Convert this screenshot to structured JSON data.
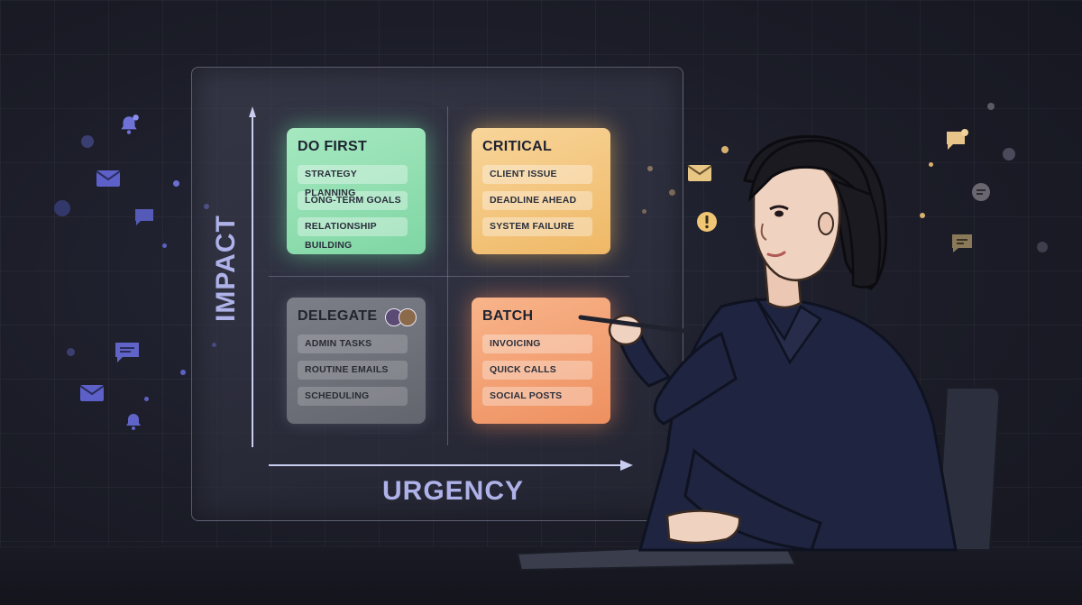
{
  "axes": {
    "y_label": "IMPACT",
    "x_label": "URGENCY"
  },
  "quadrants": {
    "do_first": {
      "title": "DO FIRST",
      "tasks": [
        "STRATEGY PLANNING",
        "LONG-TERM GOALS",
        "RELATIONSHIP BUILDING"
      ]
    },
    "critical": {
      "title": "CRITICAL",
      "tasks": [
        "CLIENT ISSUE",
        "DEADLINE AHEAD",
        "SYSTEM FAILURE"
      ]
    },
    "delegate": {
      "title": "DELEGATE",
      "tasks": [
        "ADMIN TASKS",
        "ROUTINE EMAILS",
        "SCHEDULING"
      ]
    },
    "batch": {
      "title": "BATCH",
      "tasks": [
        "INVOICING",
        "QUICK CALLS",
        "SOCIAL POSTS"
      ]
    }
  },
  "colors": {
    "do_first": "#8fe0b0",
    "critical": "#f3c47a",
    "delegate": "#6e707a",
    "batch": "#f3a070",
    "axis_label": "#aeb2e8",
    "left_icons": "#6f73d8",
    "right_icons": "#e6c48a"
  },
  "icons": {
    "left": [
      "bell-icon",
      "mail-icon",
      "chat-icon",
      "chat-icon",
      "mail-icon",
      "bell-icon"
    ],
    "right": [
      "chat-icon",
      "mail-icon",
      "chat-icon",
      "alert-icon",
      "chat-icon"
    ]
  }
}
